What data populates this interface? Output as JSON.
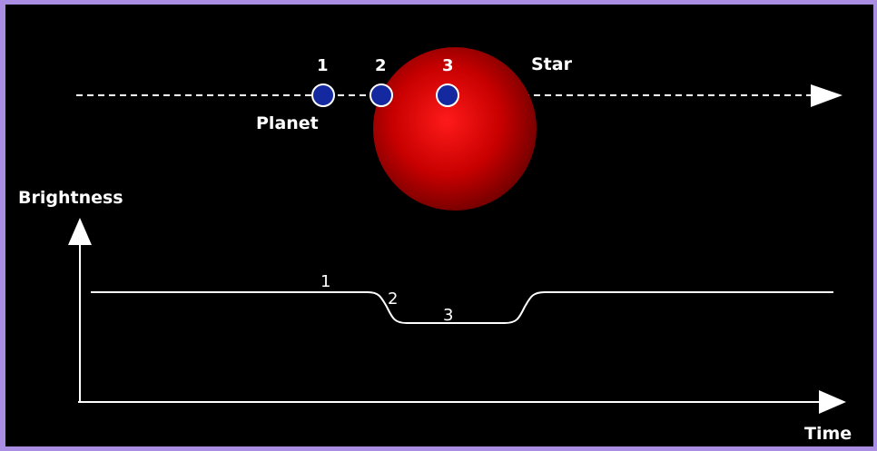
{
  "diagram": {
    "star_label": "Star",
    "planet_label": "Planet",
    "positions": [
      "1",
      "2",
      "3"
    ],
    "y_axis_label": "Brightness",
    "x_axis_label": "Time",
    "curve_labels": [
      "1",
      "2",
      "3"
    ]
  },
  "colors": {
    "background": "#000000",
    "border": "#a98ee4",
    "star": "#d40000",
    "planet": "#1428a0",
    "lines": "#ffffff"
  }
}
